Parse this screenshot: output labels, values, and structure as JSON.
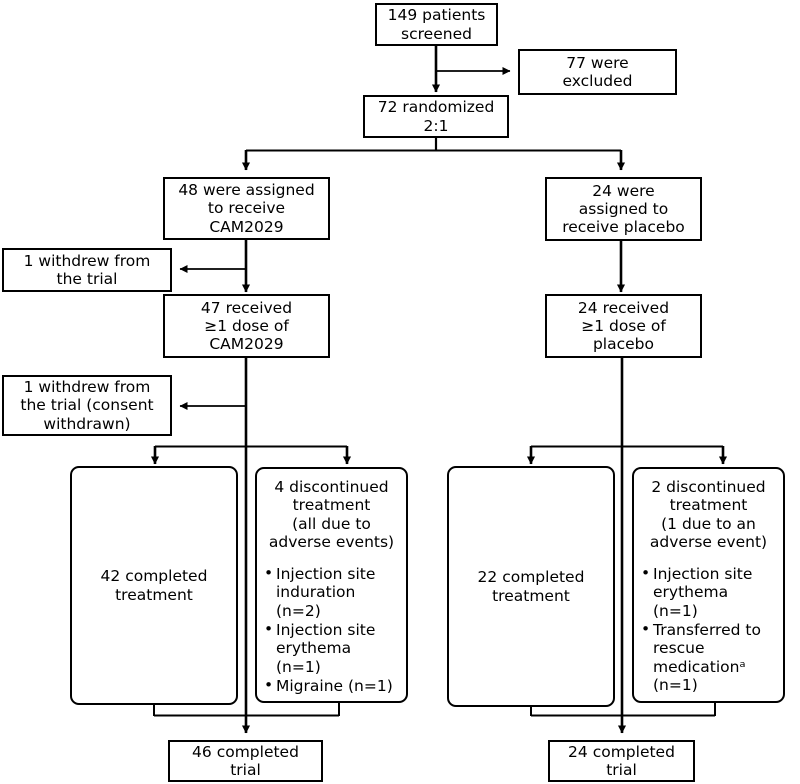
{
  "diagram": {
    "type": "consort-flow-diagram",
    "stroke_color": "#000000",
    "background_color": "#ffffff",
    "footnote_marker": "a"
  },
  "nodes": {
    "screened": {
      "text": "149 patients\nscreened"
    },
    "excluded": {
      "text": "77 were\nexcluded"
    },
    "randomized": {
      "text": "72 randomized\n2:1"
    },
    "assigned_cam": {
      "text": "48 were assigned\nto receive\nCAM2029"
    },
    "assigned_placebo": {
      "text": "24 were\nassigned to\nreceive placebo"
    },
    "withdrew_1": {
      "text": "1 withdrew from\nthe trial"
    },
    "received_cam": {
      "text": "47 received\n≥1 dose of\nCAM2029"
    },
    "received_placebo": {
      "text": "24 received\n≥1 dose of\nplacebo"
    },
    "withdrew_2": {
      "text": "1 withdrew from\nthe trial (consent\nwithdrawn)"
    },
    "completed_treatment_cam": {
      "text": "42 completed\ntreatment"
    },
    "completed_treatment_placebo": {
      "text": "22 completed\ntreatment"
    },
    "discontinued_cam": {
      "heading": "4 discontinued\ntreatment\n(all due to\nadverse events)",
      "bullet_char": "•",
      "items": [
        "Injection site\ninduration (n=2)",
        "Injection site\nerythema (n=1)",
        "Migraine (n=1)"
      ]
    },
    "discontinued_placebo": {
      "heading": "2 discontinued\ntreatment\n(1 due to an\nadverse event)",
      "bullet_char": "•",
      "items": [
        "Injection site\nerythema (n=1)",
        "Transferred to\nrescue\nmedicationᵃ\n(n=1)"
      ]
    },
    "completed_trial_cam": {
      "text": "46 completed\ntrial"
    },
    "completed_trial_placebo": {
      "text": "24 completed\ntrial"
    }
  }
}
